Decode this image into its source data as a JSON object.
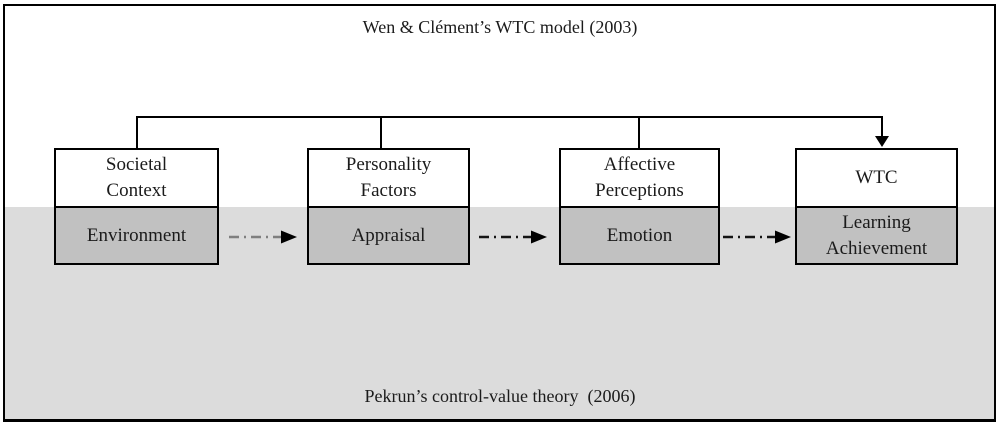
{
  "figure": {
    "top_title": "Wen & Clément’s WTC model (2003)",
    "bottom_title": "Pekrun’s control-value theory  (2006)"
  },
  "boxes": [
    {
      "id": "societal-context",
      "top_label": "Societal\nContext",
      "bottom_label": "Environment"
    },
    {
      "id": "personality-factors",
      "top_label": "Personality\nFactors",
      "bottom_label": "Appraisal"
    },
    {
      "id": "affective-perceptions",
      "top_label": "Affective\nPerceptions",
      "bottom_label": "Emotion"
    },
    {
      "id": "wtc",
      "top_label": "WTC",
      "bottom_label": "Learning\nAchievement"
    }
  ],
  "arrows": [
    {
      "name": "environment-to-appraisal",
      "style": "dash-dot",
      "dash_color": "#7f7f7f",
      "head_color": "#000000"
    },
    {
      "name": "appraisal-to-emotion",
      "style": "dash-dot",
      "dash_color": "#141414",
      "head_color": "#000000"
    },
    {
      "name": "emotion-to-learning-achievement",
      "style": "dash-dot",
      "dash_color": "#141414",
      "head_color": "#000000"
    }
  ],
  "colors": {
    "band_gray": "#dcdcdc",
    "box_bottom_gray": "#c1c1c1",
    "line_black": "#000000"
  }
}
